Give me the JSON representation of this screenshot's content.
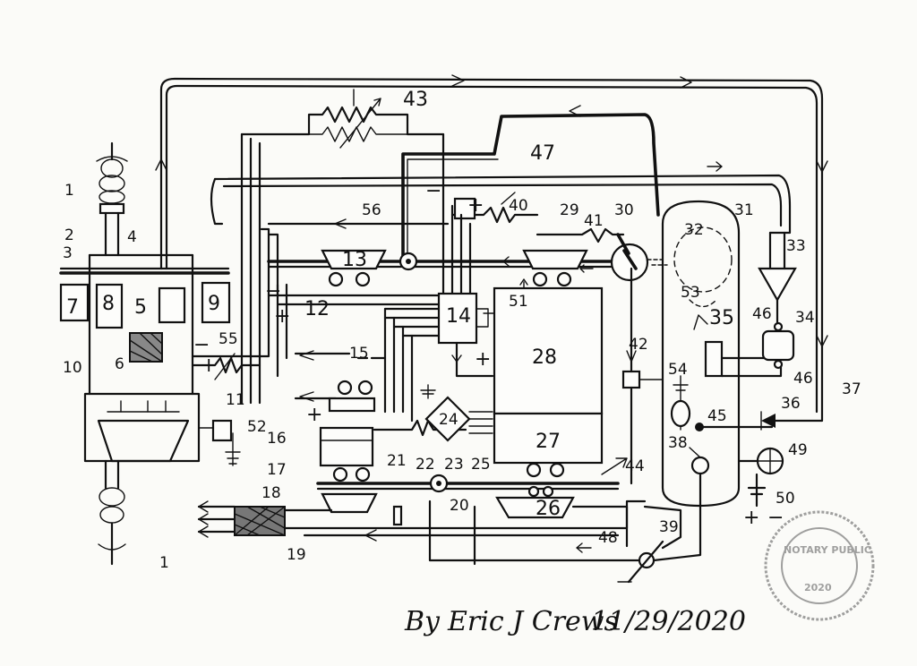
{
  "labels": {
    "l1a": "1",
    "l1b": "1",
    "l2": "2",
    "l3": "3",
    "l4": "4",
    "l5": "5",
    "l6": "6",
    "l7": "7",
    "l8": "8",
    "l9": "9",
    "l10": "10",
    "l11": "11",
    "l12": "12",
    "l13": "13",
    "l14": "14",
    "l15": "15",
    "l16": "16",
    "l17": "17",
    "l18": "18",
    "l19": "19",
    "l20": "20",
    "l21": "21",
    "l22": "22",
    "l23": "23",
    "l24": "24",
    "l25": "25",
    "l26": "26",
    "l27": "27",
    "l28": "28",
    "l29": "29",
    "l30": "30",
    "l31": "31",
    "l32": "32",
    "l33": "33",
    "l34": "34",
    "l35": "35",
    "l36": "36",
    "l37": "37",
    "l38": "38",
    "l39": "39",
    "l40": "40",
    "l41": "41",
    "l42": "42",
    "l43": "43",
    "l44": "44",
    "l45": "45",
    "l46a": "46",
    "l46b": "46",
    "l47": "47",
    "l48": "48",
    "l49": "49",
    "l50": "50",
    "l51": "51",
    "l52": "52",
    "l53": "53",
    "l54": "54",
    "l55": "55",
    "l56": "56"
  },
  "polarity": {
    "plus": "+",
    "minus": "−"
  },
  "signature": {
    "by": "By",
    "name": "Eric J Crews",
    "date": "11/29/2020"
  },
  "stamp": {
    "text": "NOTARY PUBLIC",
    "year": "2020"
  }
}
